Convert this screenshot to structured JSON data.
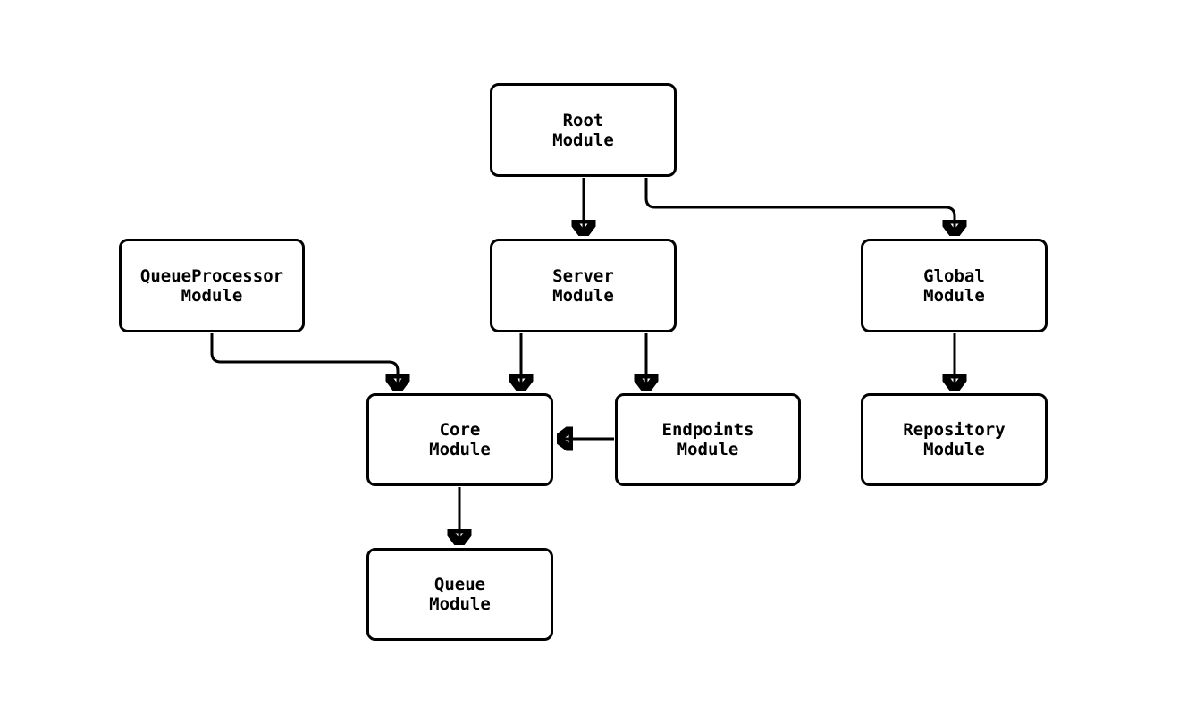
{
  "diagram": {
    "type": "module-dependency-graph",
    "background_color": "#ffffff",
    "stroke_color": "#000000",
    "text_color": "#000000",
    "nodes": {
      "root": {
        "label": "Root\nModule"
      },
      "queueproc": {
        "label": "QueueProcessor\nModule"
      },
      "server": {
        "label": "Server\nModule"
      },
      "global": {
        "label": "Global\nModule"
      },
      "core": {
        "label": "Core\nModule"
      },
      "endpoints": {
        "label": "Endpoints\nModule"
      },
      "repository": {
        "label": "Repository\nModule"
      },
      "queue": {
        "label": "Queue\nModule"
      }
    },
    "edges": [
      {
        "from": "Root Module",
        "to": "Server Module"
      },
      {
        "from": "Root Module",
        "to": "Global Module"
      },
      {
        "from": "QueueProcessor Module",
        "to": "Core Module"
      },
      {
        "from": "Server Module",
        "to": "Core Module"
      },
      {
        "from": "Server Module",
        "to": "Endpoints Module"
      },
      {
        "from": "Global Module",
        "to": "Repository Module"
      },
      {
        "from": "Endpoints Module",
        "to": "Core Module"
      },
      {
        "from": "Core Module",
        "to": "Queue Module"
      }
    ]
  }
}
